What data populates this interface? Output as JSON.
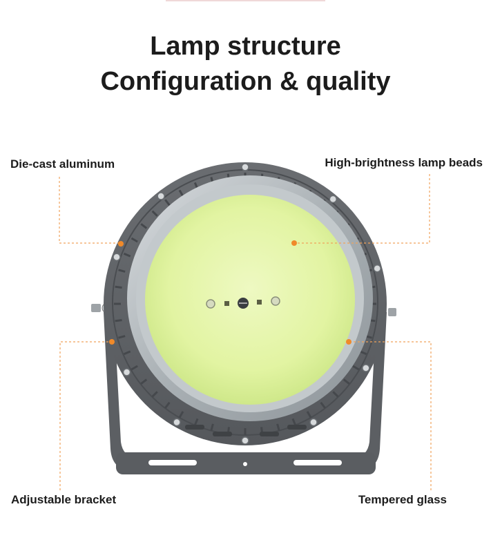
{
  "header": {
    "title_line1": "Lamp structure",
    "title_line2": "Configuration & quality"
  },
  "labels": {
    "die_cast": "Die-cast aluminum",
    "lamp_beads": "High-brightness lamp beads",
    "bracket": "Adjustable bracket",
    "glass": "Tempered glass"
  },
  "colors": {
    "housing": "#5e6165",
    "lens": "#e2f5a4",
    "callout": "#f08a2a",
    "text": "#1c1c1c"
  }
}
